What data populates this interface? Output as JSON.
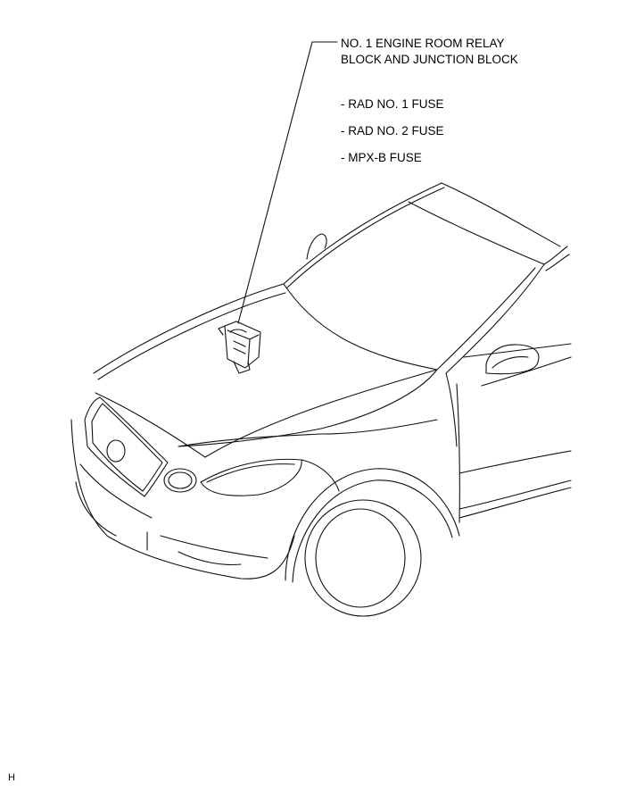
{
  "callout": {
    "line1": "NO. 1 ENGINE ROOM RELAY",
    "line2": "BLOCK AND JUNCTION BLOCK"
  },
  "fuses": [
    "- RAD NO. 1 FUSE",
    "- RAD NO. 2 FUSE",
    "- MPX-B FUSE"
  ],
  "corner_mark": "H"
}
